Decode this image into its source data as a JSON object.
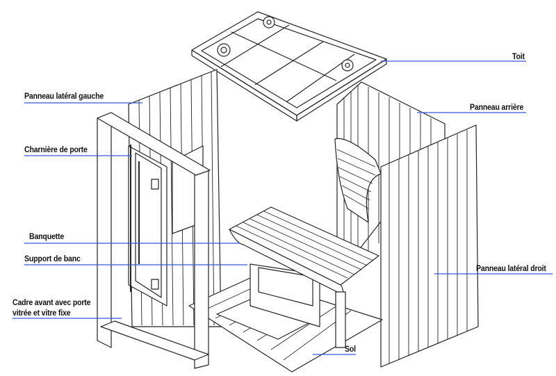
{
  "colors": {
    "leader": "#3a55d6",
    "line": "#222222"
  },
  "labels": {
    "roof": "Toit",
    "left_panel": "Panneau latéral gauche",
    "back_panel": "Panneau arrière",
    "door_hinge": "Charnière de porte",
    "bench": "Banquette",
    "bench_support": "Support de banc",
    "right_panel": "Panneau latéral droit",
    "front_frame_line1": "Cadre avant avec porte",
    "front_frame_line2": "vitrée et vitre fixe",
    "floor": "Sol"
  }
}
